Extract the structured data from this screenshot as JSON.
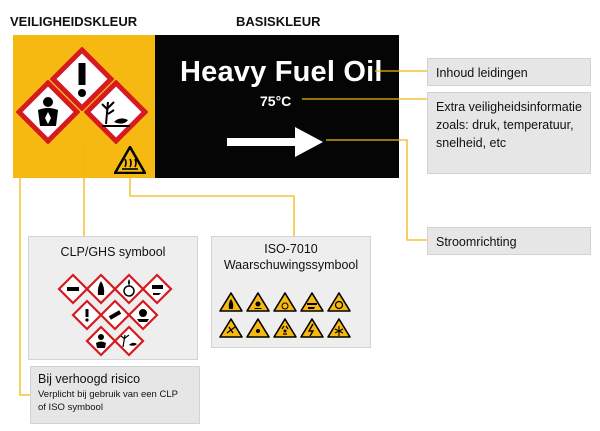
{
  "headers": {
    "safety_color": "VEILIGHEIDSKLEUR",
    "base_color": "BASISKLEUR"
  },
  "banner": {
    "title": "Heavy Fuel Oil",
    "temperature": "75°C",
    "safety_color_hex": "#f6b912",
    "base_color_hex": "#050505",
    "arrow_icon": "arrow-right-icon"
  },
  "callouts": {
    "contents": "Inhoud leidingen",
    "extra_info": [
      "Extra veiligheidsinformatie",
      "zoals: druk, temperatuur,",
      "snelheid, etc"
    ],
    "flow_direction": "Stroomrichting"
  },
  "panels": {
    "clp_title": "CLP/GHS symbool",
    "iso_title_line1": "ISO-7010",
    "iso_title_line2": "Waarschuwingssymbool"
  },
  "risk_box": {
    "title": "Bij verhoogd risico",
    "note_line1": "Verplicht bij gebruik van een CLP",
    "note_line2": "of ISO symbool"
  },
  "icons": {
    "ghs_on_banner": [
      "ghs-exclamation-icon",
      "ghs-health-hazard-icon",
      "ghs-environment-icon"
    ],
    "iso_on_banner": "hot-surface-warning-icon",
    "ghs_panel": [
      "ghs-gas-cylinder-icon",
      "ghs-flame-icon",
      "ghs-oxidizer-icon",
      "ghs-corrosive-icon",
      "ghs-exclamation-icon",
      "ghs-health-hazard-icon",
      "ghs-explosive-icon",
      "ghs-skull-icon",
      "ghs-environment-icon"
    ],
    "iso_panel": [
      "warning-flammable-icon",
      "warning-toxic-icon",
      "warning-oxidizing-icon",
      "warning-corrosive-icon",
      "warning-biohazard-icon",
      "warning-explosive-icon",
      "warning-radioactive-icon",
      "warning-electricity-icon",
      "warning-low-temperature-icon",
      "warning-hot-surface-icon"
    ]
  },
  "colors": {
    "connector": "#f2b70f",
    "ghs_red": "#d71920",
    "iso_yellow": "#f6b912"
  }
}
